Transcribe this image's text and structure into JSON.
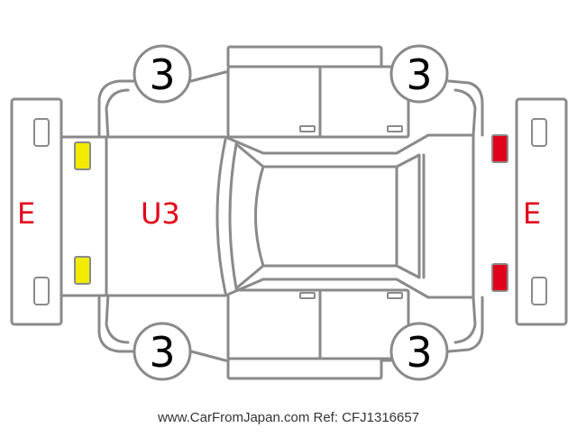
{
  "diagram": {
    "tyre_condition": {
      "front_left": "3",
      "front_right": "3",
      "rear_left": "3",
      "rear_right": "3"
    },
    "bumper_marks": {
      "front": "E",
      "rear": "E"
    },
    "body_mark": "U3",
    "colors": {
      "outline": "#8a8a8a",
      "mark_text": "#e2001a",
      "headlight": "#f2ea00",
      "taillight": "#e2001a"
    }
  },
  "footer": {
    "watermark": "www.CarFromJapan.com Ref: CFJ1316657"
  }
}
